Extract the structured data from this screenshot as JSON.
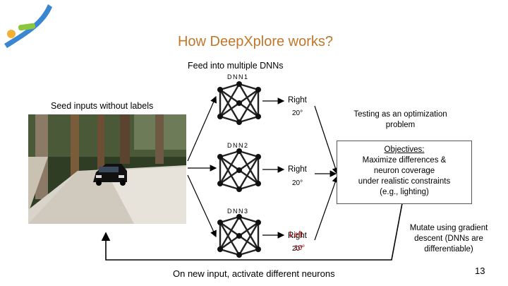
{
  "slide": {
    "title": "How DeepXplore works?",
    "feed_label": "Feed into multiple DNNs",
    "seed_label": "Seed inputs without labels",
    "dnn_labels": [
      "DNN1",
      "DNN2",
      "DNN3"
    ],
    "outputs": [
      {
        "direction": "Right",
        "angle": "20°"
      },
      {
        "direction": "Right",
        "angle": "20°"
      },
      {
        "direction": "Right",
        "angle": "20°",
        "overlay_direction": "Left",
        "overlay_angle": "10°"
      }
    ],
    "testing_label": "Testing as an optimization problem",
    "objectives_heading": "Objectives:",
    "objectives_lines": [
      "Maximize differences &",
      "neuron coverage",
      "under realistic constraints",
      "(e.g., lighting)"
    ],
    "mutate_label": "Mutate using gradient descent (DNNs are differentiable)",
    "bottom_text": "On new input, activate different neurons",
    "page_number": "13"
  },
  "colors": {
    "title": "#c0772b",
    "logo_blue": "#3a86d0",
    "logo_yellow": "#f2b134",
    "logo_green": "#8cc63f",
    "overlay_red": "#b00000"
  }
}
